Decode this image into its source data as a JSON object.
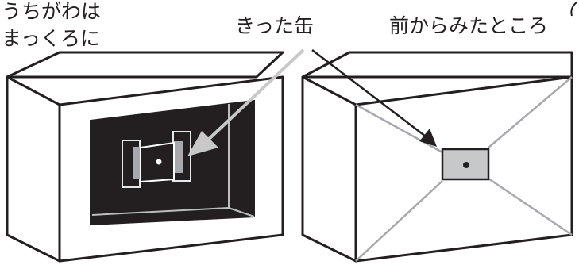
{
  "labels": {
    "inside_line1": "うちがわは",
    "inside_line2": "まっくろに",
    "cut_can": "きった缶",
    "front_view": "前からみたところ"
  },
  "colors": {
    "ink": "#231f20",
    "inside_black": "#231f20",
    "gray_arrow": "#c8c8c8",
    "gray_line": "#a7a9ac",
    "can_fill": "#c7c8ca",
    "white": "#ffffff"
  }
}
